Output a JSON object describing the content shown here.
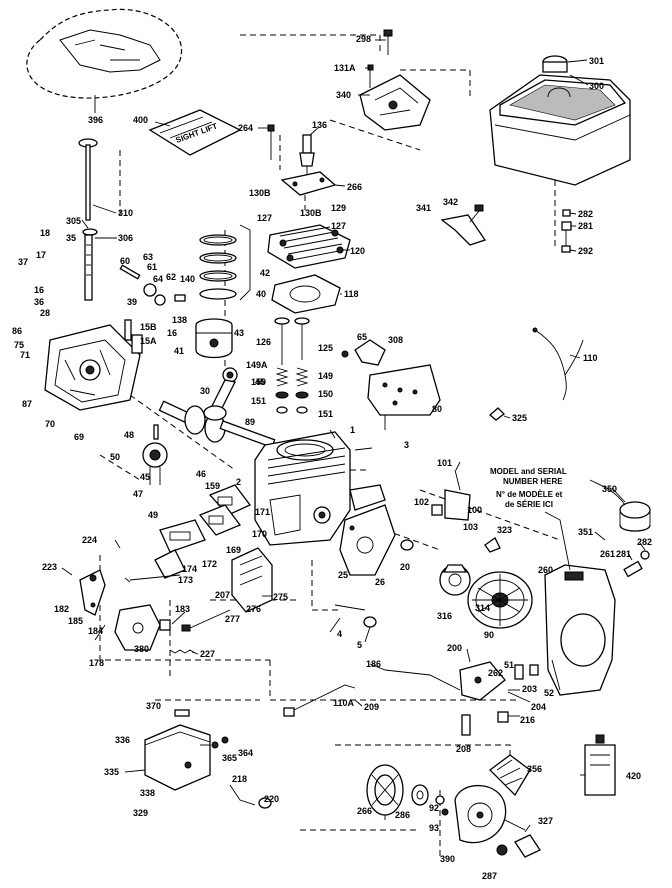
{
  "part_labels": [
    {
      "id": "396",
      "text": "396"
    },
    {
      "id": "400",
      "text": "400"
    },
    {
      "id": "310",
      "text": "310"
    },
    {
      "id": "305",
      "text": "305"
    },
    {
      "id": "306",
      "text": "306"
    },
    {
      "id": "18",
      "text": "18"
    },
    {
      "id": "35",
      "text": "35"
    },
    {
      "id": "37",
      "text": "37"
    },
    {
      "id": "17",
      "text": "17"
    },
    {
      "id": "16",
      "text": "16"
    },
    {
      "id": "36",
      "text": "36"
    },
    {
      "id": "28",
      "text": "28"
    },
    {
      "id": "86",
      "text": "86"
    },
    {
      "id": "75",
      "text": "75"
    },
    {
      "id": "71",
      "text": "71"
    },
    {
      "id": "87",
      "text": "87"
    },
    {
      "id": "70",
      "text": "70"
    },
    {
      "id": "69",
      "text": "69"
    },
    {
      "id": "60",
      "text": "60"
    },
    {
      "id": "63",
      "text": "63"
    },
    {
      "id": "61",
      "text": "61"
    },
    {
      "id": "64",
      "text": "64"
    },
    {
      "id": "62",
      "text": "62"
    },
    {
      "id": "140",
      "text": "140"
    },
    {
      "id": "39",
      "text": "39"
    },
    {
      "id": "138",
      "text": "138"
    },
    {
      "id": "15B",
      "text": "15B"
    },
    {
      "id": "16b",
      "text": "16"
    },
    {
      "id": "15A",
      "text": "15A"
    },
    {
      "id": "42",
      "text": "42"
    },
    {
      "id": "40",
      "text": "40"
    },
    {
      "id": "43",
      "text": "43"
    },
    {
      "id": "41",
      "text": "41"
    },
    {
      "id": "264",
      "text": "264"
    },
    {
      "id": "136",
      "text": "136"
    },
    {
      "id": "298",
      "text": "298"
    },
    {
      "id": "131A",
      "text": "131A"
    },
    {
      "id": "340",
      "text": "340"
    },
    {
      "id": "266a",
      "text": "266"
    },
    {
      "id": "130B",
      "text": "130B"
    },
    {
      "id": "130B2",
      "text": "130B"
    },
    {
      "id": "129",
      "text": "129"
    },
    {
      "id": "127",
      "text": "127"
    },
    {
      "id": "127b",
      "text": "127"
    },
    {
      "id": "120",
      "text": "120"
    },
    {
      "id": "118",
      "text": "118"
    },
    {
      "id": "301",
      "text": "301"
    },
    {
      "id": "300",
      "text": "300"
    },
    {
      "id": "282",
      "text": "282"
    },
    {
      "id": "281",
      "text": "281"
    },
    {
      "id": "292",
      "text": "292"
    },
    {
      "id": "341",
      "text": "341"
    },
    {
      "id": "342",
      "text": "342"
    },
    {
      "id": "126",
      "text": "126"
    },
    {
      "id": "125",
      "text": "125"
    },
    {
      "id": "149A",
      "text": "149A"
    },
    {
      "id": "149",
      "text": "149"
    },
    {
      "id": "150",
      "text": "150"
    },
    {
      "id": "150b",
      "text": "150"
    },
    {
      "id": "151",
      "text": "151"
    },
    {
      "id": "151b",
      "text": "151"
    },
    {
      "id": "65",
      "text": "65"
    },
    {
      "id": "308",
      "text": "308"
    },
    {
      "id": "110",
      "text": "110"
    },
    {
      "id": "80",
      "text": "80"
    },
    {
      "id": "325",
      "text": "325"
    },
    {
      "id": "45",
      "text": "45"
    },
    {
      "id": "30",
      "text": "30"
    },
    {
      "id": "89",
      "text": "89"
    },
    {
      "id": "48",
      "text": "48"
    },
    {
      "id": "50",
      "text": "50"
    },
    {
      "id": "1",
      "text": "1"
    },
    {
      "id": "3",
      "text": "3"
    },
    {
      "id": "101",
      "text": "101"
    },
    {
      "id": "45b",
      "text": "45"
    },
    {
      "id": "46",
      "text": "46"
    },
    {
      "id": "47",
      "text": "47"
    },
    {
      "id": "49",
      "text": "49"
    },
    {
      "id": "159",
      "text": "159"
    },
    {
      "id": "2",
      "text": "2"
    },
    {
      "id": "171",
      "text": "171"
    },
    {
      "id": "170",
      "text": "170"
    },
    {
      "id": "169",
      "text": "169"
    },
    {
      "id": "102",
      "text": "102"
    },
    {
      "id": "100",
      "text": "100"
    },
    {
      "id": "103",
      "text": "103"
    },
    {
      "id": "323",
      "text": "323"
    },
    {
      "id": "350",
      "text": "350"
    },
    {
      "id": "351",
      "text": "351"
    },
    {
      "id": "261",
      "text": "261"
    },
    {
      "id": "281b",
      "text": "281"
    },
    {
      "id": "282b",
      "text": "282"
    },
    {
      "id": "224",
      "text": "224"
    },
    {
      "id": "223",
      "text": "223"
    },
    {
      "id": "174",
      "text": "174"
    },
    {
      "id": "172",
      "text": "172"
    },
    {
      "id": "173",
      "text": "173"
    },
    {
      "id": "207",
      "text": "207"
    },
    {
      "id": "275",
      "text": "275"
    },
    {
      "id": "276",
      "text": "276"
    },
    {
      "id": "25",
      "text": "25"
    },
    {
      "id": "26",
      "text": "26"
    },
    {
      "id": "20",
      "text": "20"
    },
    {
      "id": "316",
      "text": "316"
    },
    {
      "id": "314",
      "text": "314"
    },
    {
      "id": "90",
      "text": "90"
    },
    {
      "id": "260",
      "text": "260"
    },
    {
      "id": "182",
      "text": "182"
    },
    {
      "id": "185",
      "text": "185"
    },
    {
      "id": "184",
      "text": "184"
    },
    {
      "id": "183",
      "text": "183"
    },
    {
      "id": "277",
      "text": "277"
    },
    {
      "id": "380",
      "text": "380"
    },
    {
      "id": "227",
      "text": "227"
    },
    {
      "id": "4",
      "text": "4"
    },
    {
      "id": "5",
      "text": "5"
    },
    {
      "id": "178",
      "text": "178"
    },
    {
      "id": "200",
      "text": "200"
    },
    {
      "id": "51",
      "text": "51"
    },
    {
      "id": "186",
      "text": "186"
    },
    {
      "id": "262",
      "text": "262"
    },
    {
      "id": "203",
      "text": "203"
    },
    {
      "id": "52",
      "text": "52"
    },
    {
      "id": "204",
      "text": "204"
    },
    {
      "id": "110A",
      "text": "110A"
    },
    {
      "id": "209",
      "text": "209"
    },
    {
      "id": "216",
      "text": "216"
    },
    {
      "id": "370",
      "text": "370"
    },
    {
      "id": "208",
      "text": "208"
    },
    {
      "id": "336",
      "text": "336"
    },
    {
      "id": "364",
      "text": "364"
    },
    {
      "id": "365",
      "text": "365"
    },
    {
      "id": "356",
      "text": "356"
    },
    {
      "id": "420",
      "text": "420"
    },
    {
      "id": "335",
      "text": "335"
    },
    {
      "id": "338",
      "text": "338"
    },
    {
      "id": "329",
      "text": "329"
    },
    {
      "id": "218",
      "text": "218"
    },
    {
      "id": "220",
      "text": "220"
    },
    {
      "id": "266b",
      "text": "266"
    },
    {
      "id": "286",
      "text": "286"
    },
    {
      "id": "92",
      "text": "92"
    },
    {
      "id": "93",
      "text": "93"
    },
    {
      "id": "327",
      "text": "327"
    },
    {
      "id": "390",
      "text": "390"
    },
    {
      "id": "287",
      "text": "287"
    }
  ],
  "serial_note": {
    "line1": "MODEL and SERIAL",
    "line2": "NUMBER HERE",
    "line3": "N° de MODÈLE et",
    "line4": "de SÉRIE ICI"
  },
  "manual_cover_text": "SIGHT LIFT"
}
